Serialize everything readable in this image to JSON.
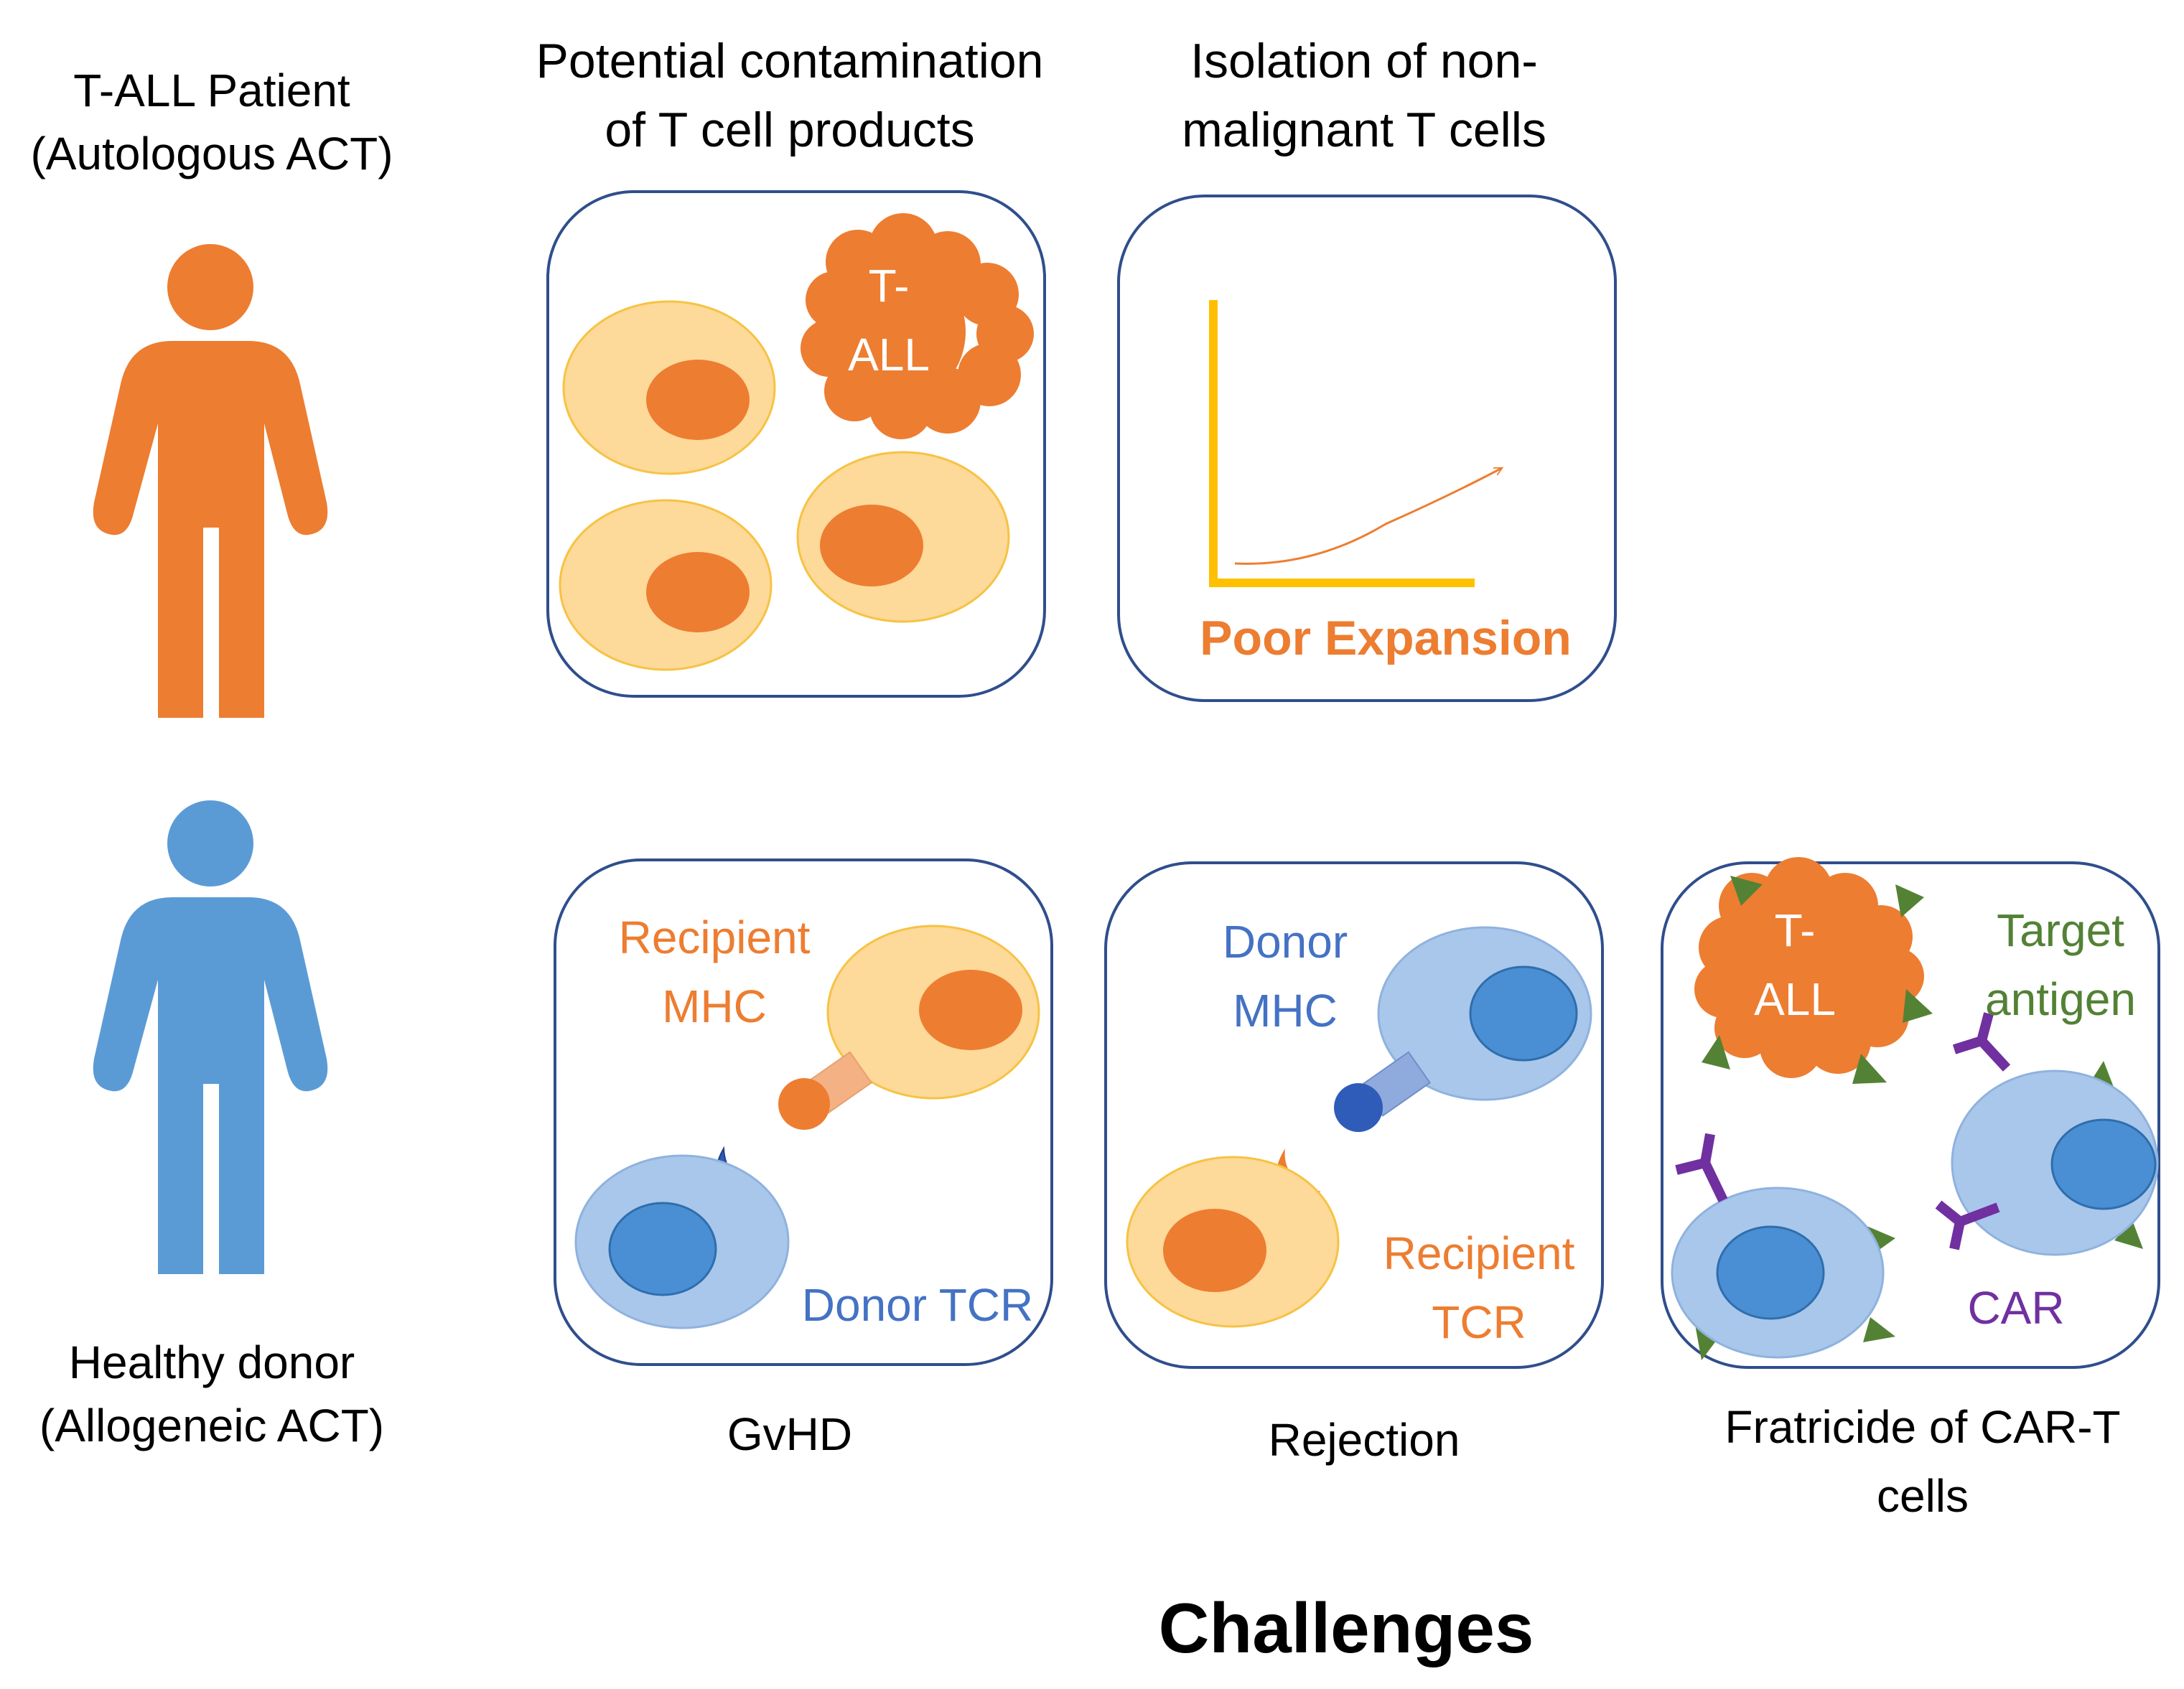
{
  "colors": {
    "orange": "#ED7D31",
    "blue": "#5B9BD5",
    "cell_yellow_fill": "#FDD99A",
    "cell_yellow_stroke": "#F6C343",
    "cell_blue_fill": "#A9C7EB",
    "cell_blue_stroke": "#8FB2DE",
    "nucleus_blue": "#4A8FD3",
    "panel_border": "#2F4E8C",
    "axis_gold": "#FFC000",
    "green": "#538135",
    "purple": "#7030A0",
    "tcr_dark_blue": "#2E5CB8"
  },
  "row_labels": {
    "patient": [
      "T-ALL Patient",
      "(Autologous ACT)"
    ],
    "donor": [
      "Healthy donor",
      "(Allogeneic ACT)"
    ]
  },
  "column_headers": {
    "contamination": [
      "Potential contamination",
      "of T cell products"
    ],
    "isolation": [
      "Isolation of non-",
      "malignant T cells"
    ]
  },
  "panels": {
    "contamination": {
      "tumor_label": [
        "T-",
        "ALL"
      ]
    },
    "isolation": {
      "caption": "Poor Expansion"
    },
    "gvhd": {
      "mhc_label": [
        "Recipient",
        "MHC"
      ],
      "tcr_label": "Donor TCR"
    },
    "rejection": {
      "mhc_label": [
        "Donor",
        "MHC"
      ],
      "tcr_label": [
        "Recipient",
        "TCR"
      ]
    },
    "fratricide": {
      "tumor_label": [
        "T-",
        "ALL"
      ],
      "antigen_label": [
        "Target",
        "antigen"
      ],
      "car_label": "CAR"
    }
  },
  "captions": {
    "gvhd": "GvHD",
    "rejection": "Rejection",
    "fratricide": [
      "Fratricide of CAR-T",
      "cells"
    ]
  },
  "footer_title": "Challenges"
}
